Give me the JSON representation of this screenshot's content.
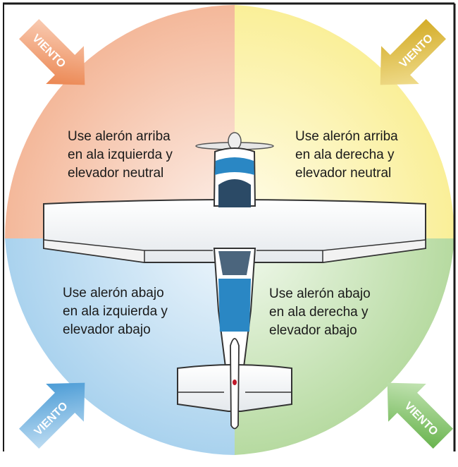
{
  "quadrants": {
    "top_left": {
      "lines": [
        "Use alerón arriba",
        "en ala izquierda y",
        "elevador neutral"
      ],
      "color": "#f4b89a"
    },
    "top_right": {
      "lines": [
        "Use alerón arriba",
        "en ala derecha y",
        "elevador neutral"
      ],
      "color": "#faef98"
    },
    "bottom_left": {
      "lines": [
        "Use alerón abajo",
        "en ala izquierda y",
        "elevador abajo"
      ],
      "color": "#a9d2ee"
    },
    "bottom_right": {
      "lines": [
        "Use alerón abajo",
        "en ala derecha y",
        "elevador abajo"
      ],
      "color": "#b6daa0"
    }
  },
  "wind_arrows": {
    "label": "VIENTO",
    "top_left_color": "#e8763a",
    "top_right_color": "#cfa417",
    "bottom_left_color": "#2f8ccf",
    "bottom_right_color": "#5aac3d"
  },
  "airplane": {
    "body_color": "#ffffff",
    "accent_color": "#2a87c4",
    "dark_color": "#2b4a66"
  }
}
